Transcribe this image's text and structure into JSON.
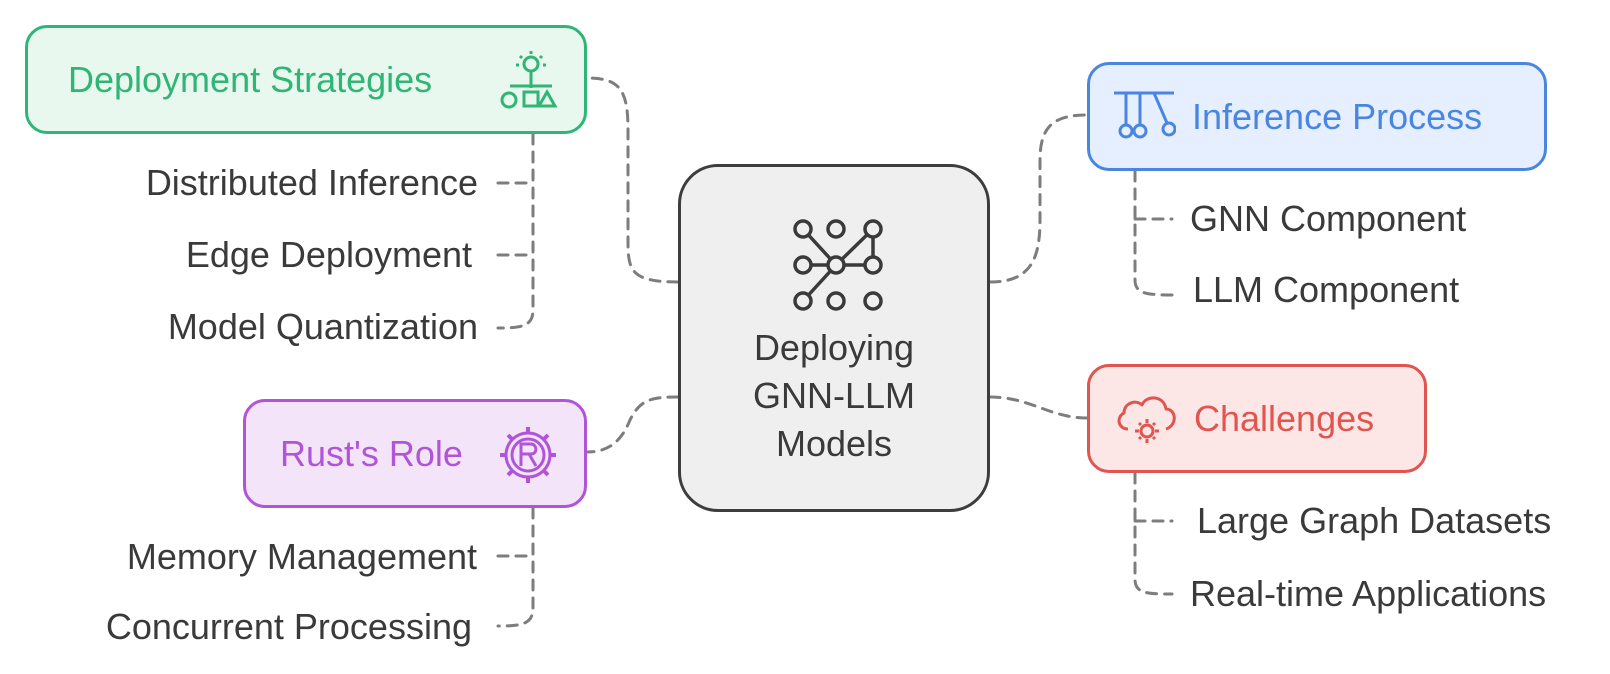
{
  "center": {
    "title": "Deploying\nGNN-LLM\nModels",
    "icon": "network-nodes-icon"
  },
  "categories": [
    {
      "key": "deployment",
      "label": "Deployment Strategies",
      "icon": "lightbulb-shapes-icon",
      "color": "#2fb576",
      "fill": "#e8f8ef",
      "items": [
        "Distributed Inference",
        "Edge Deployment",
        "Model Quantization"
      ]
    },
    {
      "key": "rust",
      "label": "Rust's Role",
      "icon": "rust-gear-icon",
      "color": "#b055d8",
      "fill": "#f4e4fa",
      "items": [
        "Memory Management",
        "Concurrent Processing"
      ]
    },
    {
      "key": "inference",
      "label": "Inference Process",
      "icon": "pendulum-icon",
      "color": "#4a86e0",
      "fill": "#e6efff",
      "items": [
        "GNN Component",
        "LLM Component"
      ]
    },
    {
      "key": "challenges",
      "label": "Challenges",
      "icon": "cloud-gear-icon",
      "color": "#e0554f",
      "fill": "#fde7e6",
      "items": [
        "Large Graph Datasets",
        "Real-time Applications"
      ]
    }
  ]
}
